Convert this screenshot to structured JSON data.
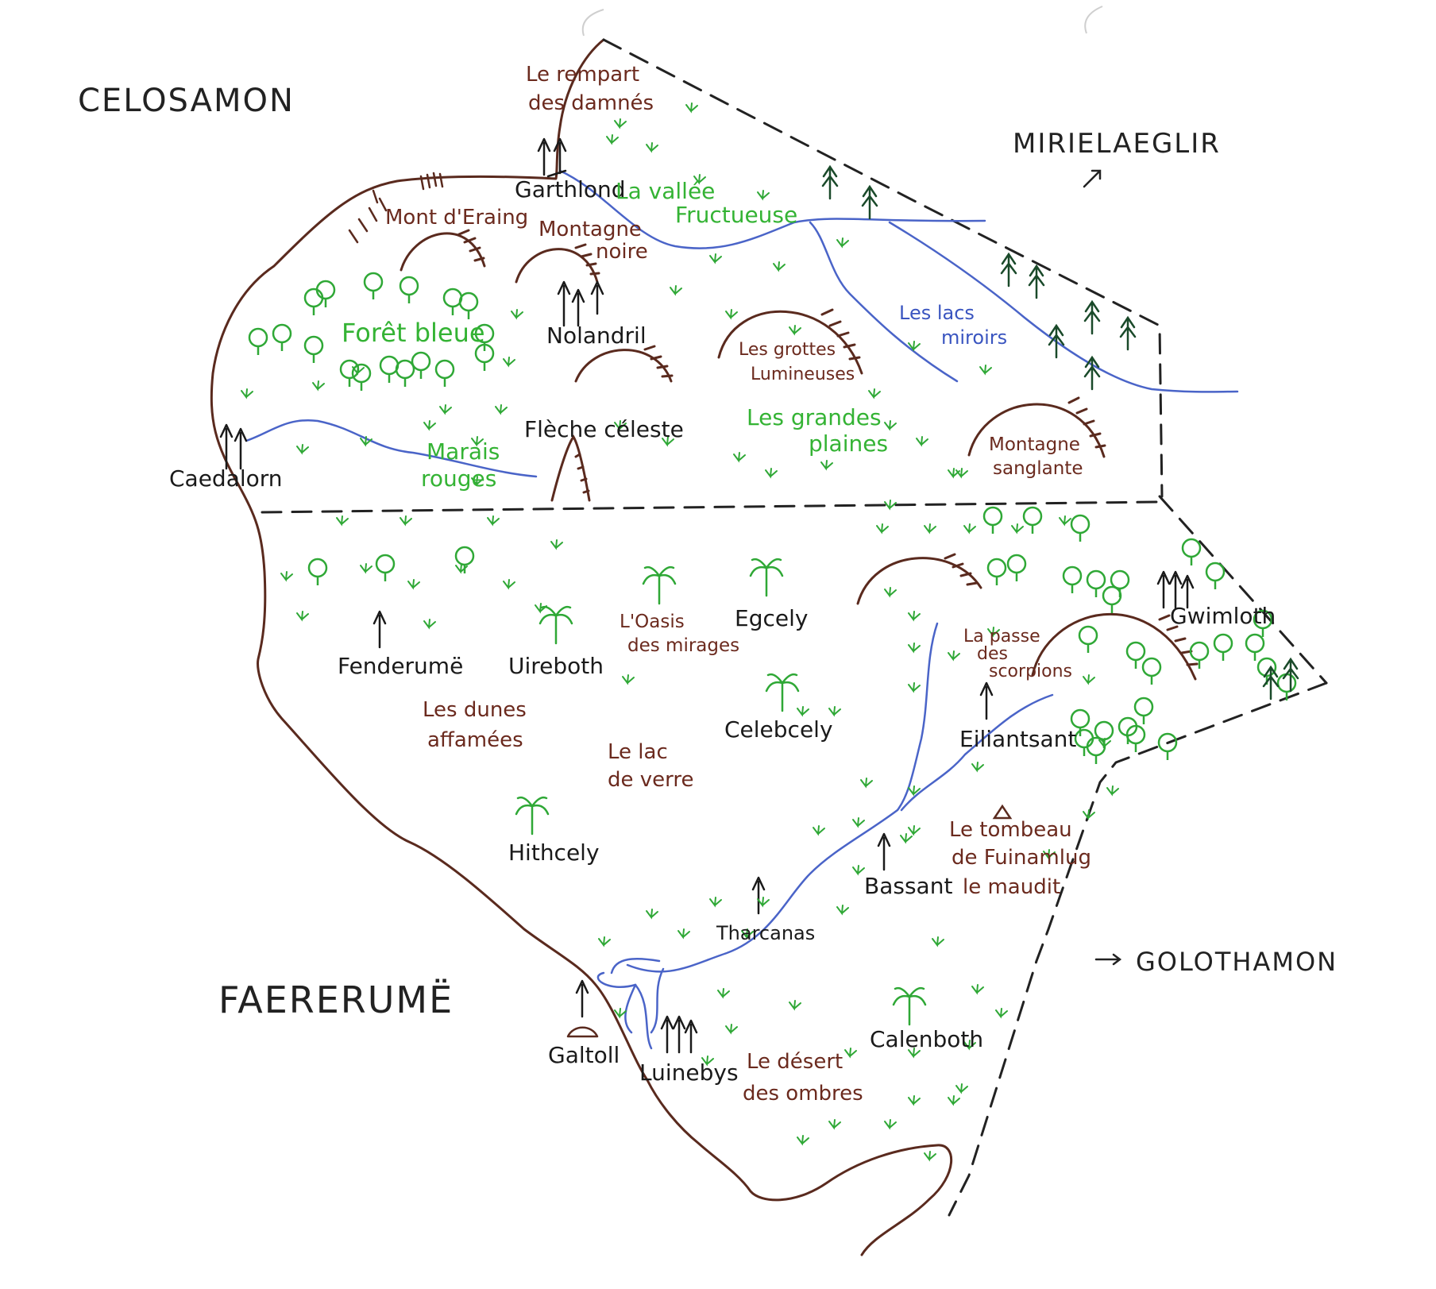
{
  "colors": {
    "border": "#5a2a1e",
    "dash": "#222222",
    "river": "#4a64c8",
    "vegetation": "#2fa836",
    "conifer": "#1a4a2a",
    "label_black": "#1a1a1a",
    "label_green": "#34b334",
    "label_brown": "#6b2a1e",
    "label_blue": "#3a55c0"
  },
  "regions": {
    "celosamon": "CELOSAMON",
    "mirielaeglir": "MIRIELAEGLIR",
    "golothamon": "GOLOTHAMON",
    "faererume": "FAERERUMË"
  },
  "towns": {
    "garthlond": "Garthlond",
    "nolandril": "Nolandril",
    "caedalorn": "Caedalorn",
    "fenderume": "Fenderumë",
    "uireboth": "Uireboth",
    "egcely": "Egcely",
    "gwimloth": "Gwimloth",
    "celebcely": "Celebcely",
    "eiliantsant": "Eiliantsant",
    "hithcely": "Hithcely",
    "bassant": "Bassant",
    "tharcanas": "Tharcanas",
    "galtoll": "Galtoll",
    "luinebys": "Luinebys",
    "calenboth": "Calenboth"
  },
  "places": {
    "rempart_1": "Le rempart",
    "rempart_2": "des damnés",
    "mont_eraing": "Mont d'Eraing",
    "montagne_noire_1": "Montagne",
    "montagne_noire_2": "noire",
    "vallee_1": "La vallée",
    "vallee_2": "Fructueuse",
    "foret_bleue": "Forêt bleue",
    "lacs_1": "Les lacs",
    "lacs_2": "miroirs",
    "grottes_1": "Les grottes",
    "grottes_2": "Lumineuses",
    "fleche": "Flèche céleste",
    "plaines_1": "Les grandes",
    "plaines_2": "plaines",
    "sanglante_1": "Montagne",
    "sanglante_2": "sanglante",
    "marais_1": "Marais",
    "marais_2": "rouges",
    "oasis_1": "L'Oasis",
    "oasis_2": "des mirages",
    "passe_1": "La passe",
    "passe_2": "des",
    "passe_3": "scorpions",
    "dunes_1": "Les dunes",
    "dunes_2": "affamées",
    "lac_1": "Le lac",
    "lac_2": "de verre",
    "tombeau_1": "Le tombeau",
    "tombeau_2": "de Fuinamlug",
    "tombeau_3": "le maudit",
    "desert_1": "Le désert",
    "desert_2": "des ombres"
  },
  "icons": {
    "town": "arrow-tower-icon",
    "mountain": "hatched-arc-mountain-icon",
    "tree": "round-tree-icon",
    "palm": "palm-tree-icon",
    "conifer": "conifer-icon",
    "grass": "grass-tuft-icon",
    "arrow": "direction-arrow-icon",
    "tomb": "triangle-tomb-icon"
  }
}
